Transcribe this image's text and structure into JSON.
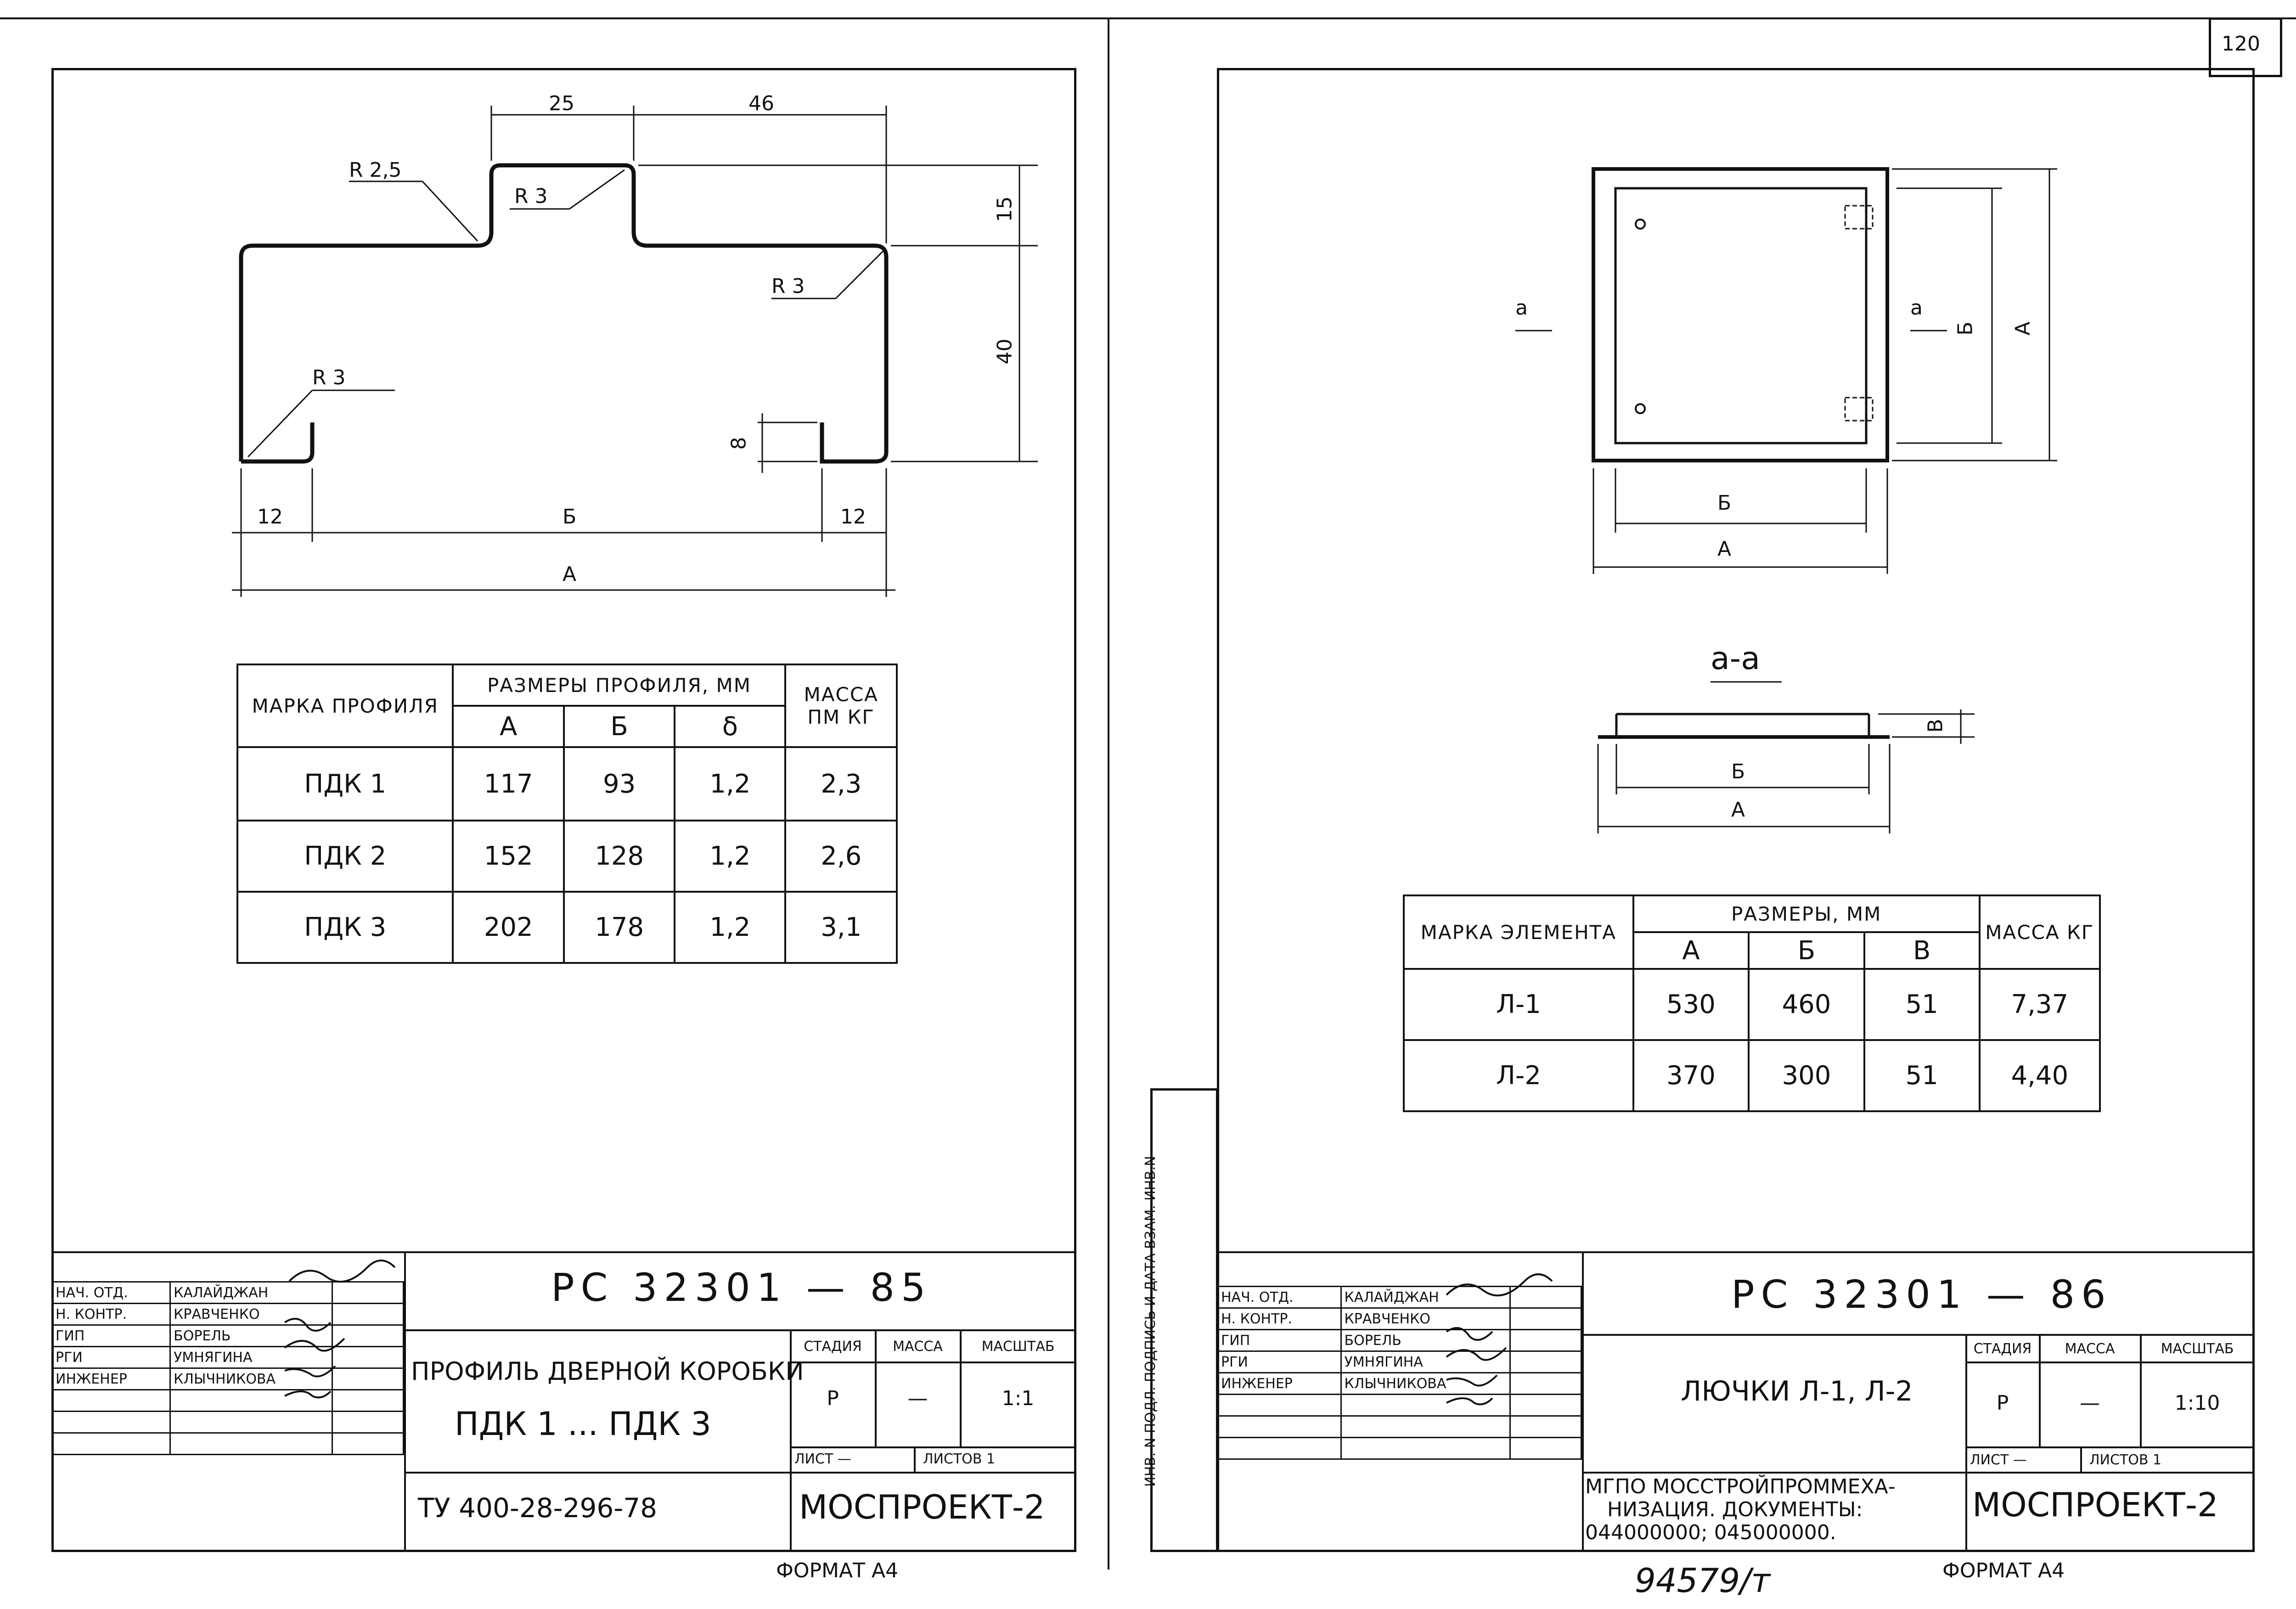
{
  "page_number": "120",
  "format_label": "ФОРМАТ А4",
  "archive_number": "94579/т",
  "side_stamp": "ИНВ. N ПОДЛ. ПОДПИСЬ И ДАТА ВЗАМ. ИНВ.N",
  "sheet1": {
    "dims": {
      "top_25": "25",
      "top_46": "46",
      "r25": "R 2,5",
      "r3_a": "R 3",
      "r3_b": "R 3",
      "r3_c": "R 3",
      "right_15": "15",
      "right_40": "40",
      "right_8": "8",
      "bottom_12_l": "12",
      "bottom_B": "Б",
      "bottom_12_r": "12",
      "bottom_A": "А"
    },
    "table": {
      "h_mark": "МАРКА ПРОФИЛЯ",
      "h_sizes": "РАЗМЕРЫ ПРОФИЛЯ, ММ",
      "h_mass": "МАССА ПМ КГ",
      "sub": [
        "А",
        "Б",
        "δ"
      ],
      "rows": [
        {
          "mark": "ПДК 1",
          "a": "117",
          "b": "93",
          "d": "1,2",
          "m": "2,3"
        },
        {
          "mark": "ПДК 2",
          "a": "152",
          "b": "128",
          "d": "1,2",
          "m": "2,6"
        },
        {
          "mark": "ПДК 3",
          "a": "202",
          "b": "178",
          "d": "1,2",
          "m": "3,1"
        }
      ]
    },
    "title_block": {
      "code": "РС 32301 — 85",
      "title_line1": "ПРОФИЛЬ ДВЕРНОЙ КОРОБКИ",
      "title_line2": "ПДК 1 ... ПДК 3",
      "tu": "ТУ 400-28-296-78",
      "stage_h": "СТАДИЯ",
      "mass_h": "МАССА",
      "scale_h": "МАСШТАБ",
      "stage": "Р",
      "mass": "—",
      "scale": "1:1",
      "sheet_label": "ЛИСТ —",
      "sheets_label": "ЛИСТОВ 1",
      "org": "МОСПРОЕКТ-2",
      "signers": [
        {
          "role": "НАЧ. ОТД.",
          "name": "КАЛАЙДЖАН"
        },
        {
          "role": "Н. КОНТР.",
          "name": "КРАВЧЕНКО"
        },
        {
          "role": "ГИП",
          "name": "БОРЕЛЬ"
        },
        {
          "role": "РГИ",
          "name": "УМНЯГИНА"
        },
        {
          "role": "ИНЖЕНЕР",
          "name": "КЛЫЧНИКОВА"
        }
      ]
    }
  },
  "sheet2": {
    "dims": {
      "a_left": "а",
      "a_right": "а",
      "B_vert": "Б",
      "A_vert": "А",
      "B_horiz": "Б",
      "A_horiz": "А",
      "section": "а-а",
      "sec_B": "Б",
      "sec_A": "А",
      "sec_V": "В"
    },
    "table": {
      "h_mark": "МАРКА ЭЛЕМЕНТА",
      "h_sizes": "РАЗМЕРЫ, ММ",
      "h_mass": "МАССА КГ",
      "sub": [
        "А",
        "Б",
        "В"
      ],
      "rows": [
        {
          "mark": "Л-1",
          "a": "530",
          "b": "460",
          "v": "51",
          "m": "7,37"
        },
        {
          "mark": "Л-2",
          "a": "370",
          "b": "300",
          "v": "51",
          "m": "4,40"
        }
      ]
    },
    "title_block": {
      "code": "РС 32301 — 86",
      "title": "ЛЮЧКИ Л-1, Л-2",
      "stage_h": "СТАДИЯ",
      "mass_h": "МАССА",
      "scale_h": "МАСШТАБ",
      "stage": "Р",
      "mass": "—",
      "scale": "1:10",
      "sheet_label": "ЛИСТ —",
      "sheets_label": "ЛИСТОВ 1",
      "note_line1": "МГПО МОССТРОЙПРОММЕХА-",
      "note_line2": "НИЗАЦИЯ. ДОКУМЕНТЫ:",
      "note_line3": "044000000; 045000000.",
      "org": "МОСПРОЕКТ-2",
      "signers": [
        {
          "role": "НАЧ. ОТД.",
          "name": "КАЛАЙДЖАН"
        },
        {
          "role": "Н. КОНТР.",
          "name": "КРАВЧЕНКО"
        },
        {
          "role": "ГИП",
          "name": "БОРЕЛЬ"
        },
        {
          "role": "РГИ",
          "name": "УМНЯГИНА"
        },
        {
          "role": "ИНЖЕНЕР",
          "name": "КЛЫЧНИКОВА"
        }
      ]
    }
  }
}
